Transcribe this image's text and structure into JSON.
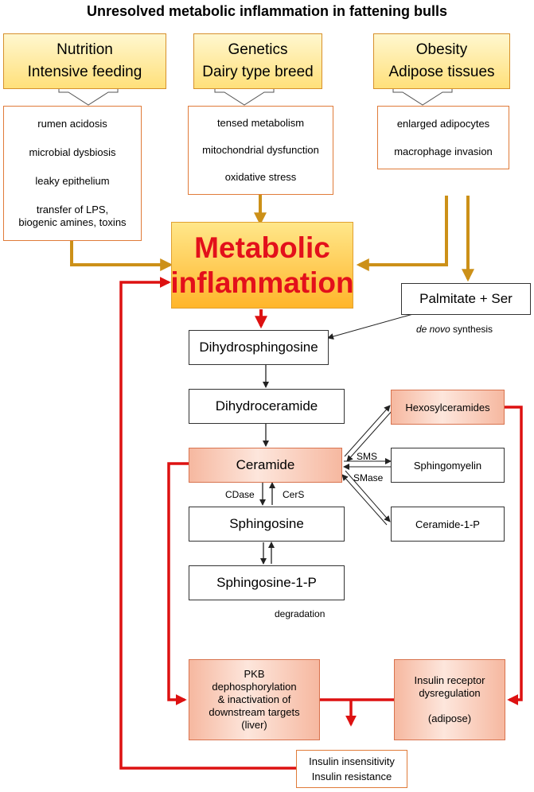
{
  "title": "Unresolved metabolic inflammation in fattening bulls",
  "causes": {
    "nutrition": [
      "Nutrition",
      "Intensive feeding"
    ],
    "genetics": [
      "Genetics",
      "Dairy type breed"
    ],
    "obesity": [
      "Obesity",
      "Adipose tissues"
    ]
  },
  "details": {
    "nutrition": [
      "rumen acidosis",
      "microbial dysbiosis",
      "leaky epithelium",
      "transfer of LPS,",
      "biogenic amines, toxins"
    ],
    "genetics": [
      "tensed metabolism",
      "mitochondrial dysfunction",
      "oxidative stress"
    ],
    "obesity": [
      "enlarged adipocytes",
      "macrophage invasion"
    ]
  },
  "central": [
    "Metabolic",
    "inflammation"
  ],
  "nodes": {
    "palmitate": "Palmitate + Ser",
    "dihydrosphingosine": "Dihydrosphingosine",
    "dihydroceramide": "Dihydroceramide",
    "ceramide": "Ceramide",
    "sphingosine": "Sphingosine",
    "s1p": "Sphingosine-1-P",
    "hexosylceramides": "Hexosylceramides",
    "sphingomyelin": "Sphingomyelin",
    "c1p": "Ceramide-1-P",
    "pkb": [
      "PKB",
      "dephosphorylation",
      "& inactivation of",
      "downstream targets",
      "(liver)"
    ],
    "insulin_receptor": [
      "Insulin receptor",
      "dysregulation",
      "",
      "(adipose)"
    ],
    "insulin_resistance": [
      "Insulin insensitivity",
      "Insulin resistance"
    ]
  },
  "edge_labels": {
    "de_novo_italic": "de novo",
    "synthesis": " synthesis",
    "sms": "SMS",
    "smase": "SMase",
    "cdase": "CDase",
    "cers": "CerS",
    "degradation": "degradation"
  },
  "colors": {
    "gold_arrow": "#cc9018",
    "red_arrow": "#dd1111",
    "cause_border": "#d7902c",
    "detail_border": "#e07b39",
    "central_text": "#e3101b"
  }
}
